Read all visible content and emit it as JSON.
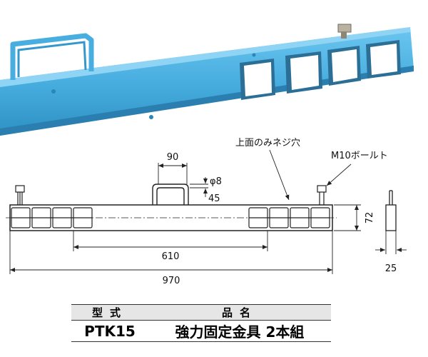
{
  "colors": {
    "bracket_blue": "#4fb6e6",
    "bracket_shadow": "#2f8fc0",
    "line": "#222222"
  },
  "drawing": {
    "labels": {
      "top_hole": "上面のみネジ穴",
      "bolt": "M10ボールト"
    },
    "dimensions": {
      "handle_width": "90",
      "hole_diameter": "φ8",
      "handle_height": "45",
      "height": "72",
      "inner_span": "610",
      "total_length": "970",
      "thickness": "25"
    }
  },
  "table": {
    "headers": [
      "型式",
      "品名"
    ],
    "rows": [
      {
        "model": "PTK15",
        "name": "強力固定金具 2本組"
      }
    ]
  }
}
